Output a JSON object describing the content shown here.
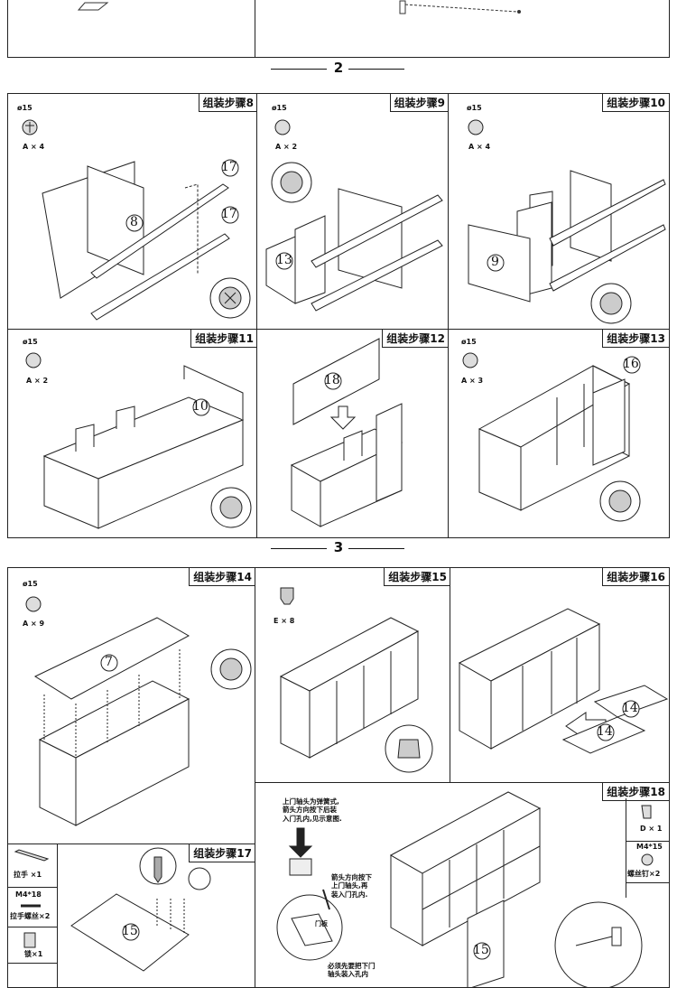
{
  "page_numbers": {
    "section2": "2",
    "section3": "3"
  },
  "hardware": {
    "cam": "ø15",
    "a4": "A × 4",
    "a2": "A × 2",
    "a3": "A × 3",
    "a9": "A × 9",
    "e8": "E × 8",
    "d1": "D × 1",
    "screw_spec": "M4*15",
    "screw_label": "螺丝钉×2",
    "handle": "拉手 ×1",
    "handle_screw_spec": "M4*18",
    "handle_screw_label": "拉手螺丝×2",
    "lock": "锁×1"
  },
  "steps": [
    {
      "label": "组装步骤8"
    },
    {
      "label": "组装步骤9"
    },
    {
      "label": "组装步骤10"
    },
    {
      "label": "组装步骤11"
    },
    {
      "label": "组装步骤12"
    },
    {
      "label": "组装步骤13"
    },
    {
      "label": "组装步骤14"
    },
    {
      "label": "组装步骤15"
    },
    {
      "label": "组装步骤16"
    },
    {
      "label": "组装步骤17"
    },
    {
      "label": "组装步骤18"
    }
  ],
  "parts": {
    "p7": "7",
    "p8": "8",
    "p9": "9",
    "p10": "10",
    "p13": "13",
    "p14": "14",
    "p15": "15",
    "p16": "16",
    "p17": "17",
    "p18": "18"
  },
  "notes": {
    "hinge_top": [
      "上门轴头为弹簧式,",
      "箭头方向按下后装",
      "入门孔内,见示意图."
    ],
    "hinge_mid": [
      "箭头方向按下",
      "上门轴头,再",
      "装入门孔内."
    ],
    "door_label": "门板",
    "hinge_bottom": [
      "必须先要把下门",
      "轴头装入孔内"
    ]
  }
}
